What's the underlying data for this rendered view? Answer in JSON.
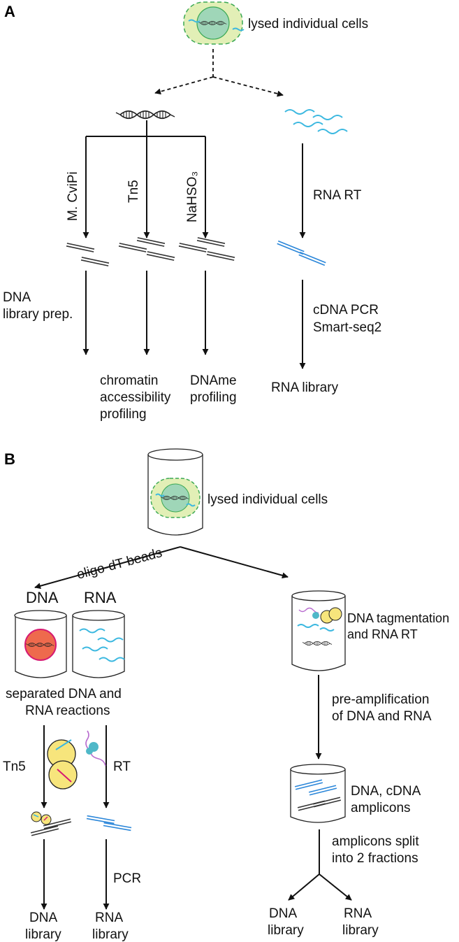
{
  "panel_a": {
    "panel_label": "A",
    "top_label": "lysed individual cells",
    "enzyme_1": "M. CviPi",
    "enzyme_2": "Tn5",
    "enzyme_3": "NaHSO₃",
    "rna_step": "RNA RT",
    "dna_prep": [
      "DNA",
      "library prep."
    ],
    "cdna_steps": [
      "cDNA PCR",
      "Smart-seq2"
    ],
    "output_1": [
      "chromatin",
      "accessibility",
      "profiling"
    ],
    "output_2": [
      "DNAme",
      "profiling"
    ],
    "output_3": "RNA library"
  },
  "panel_b": {
    "panel_label": "B",
    "top_label": "lysed individual cells",
    "beads_label": "oligo-dT beads",
    "dna_header": "DNA",
    "rna_header": "RNA",
    "separated": [
      "separated DNA and",
      "RNA reactions"
    ],
    "tn5": "Tn5",
    "rt": "RT",
    "pcr": "PCR",
    "dna_library": [
      "DNA",
      "library"
    ],
    "rna_library": [
      "RNA",
      "library"
    ],
    "tagmentation": [
      "DNA tagmentation",
      "and RNA RT"
    ],
    "preamp": [
      "pre-amplification",
      "of DNA and RNA"
    ],
    "amplicons": [
      "DNA, cDNA",
      "amplicons"
    ],
    "split": [
      "amplicons split",
      "into 2 fractions"
    ],
    "right_dna_library": [
      "DNA",
      "library"
    ],
    "right_rna_library": [
      "RNA",
      "library"
    ]
  },
  "colors": {
    "cell_outer": "#e2efb6",
    "cell_nucleus": "#9fd6b8",
    "separated_nucleus": "#ee6a4d",
    "rna": "#3bb8e0",
    "cdna": "#2a86d9",
    "tn5_enzyme": "#f7e57c"
  }
}
